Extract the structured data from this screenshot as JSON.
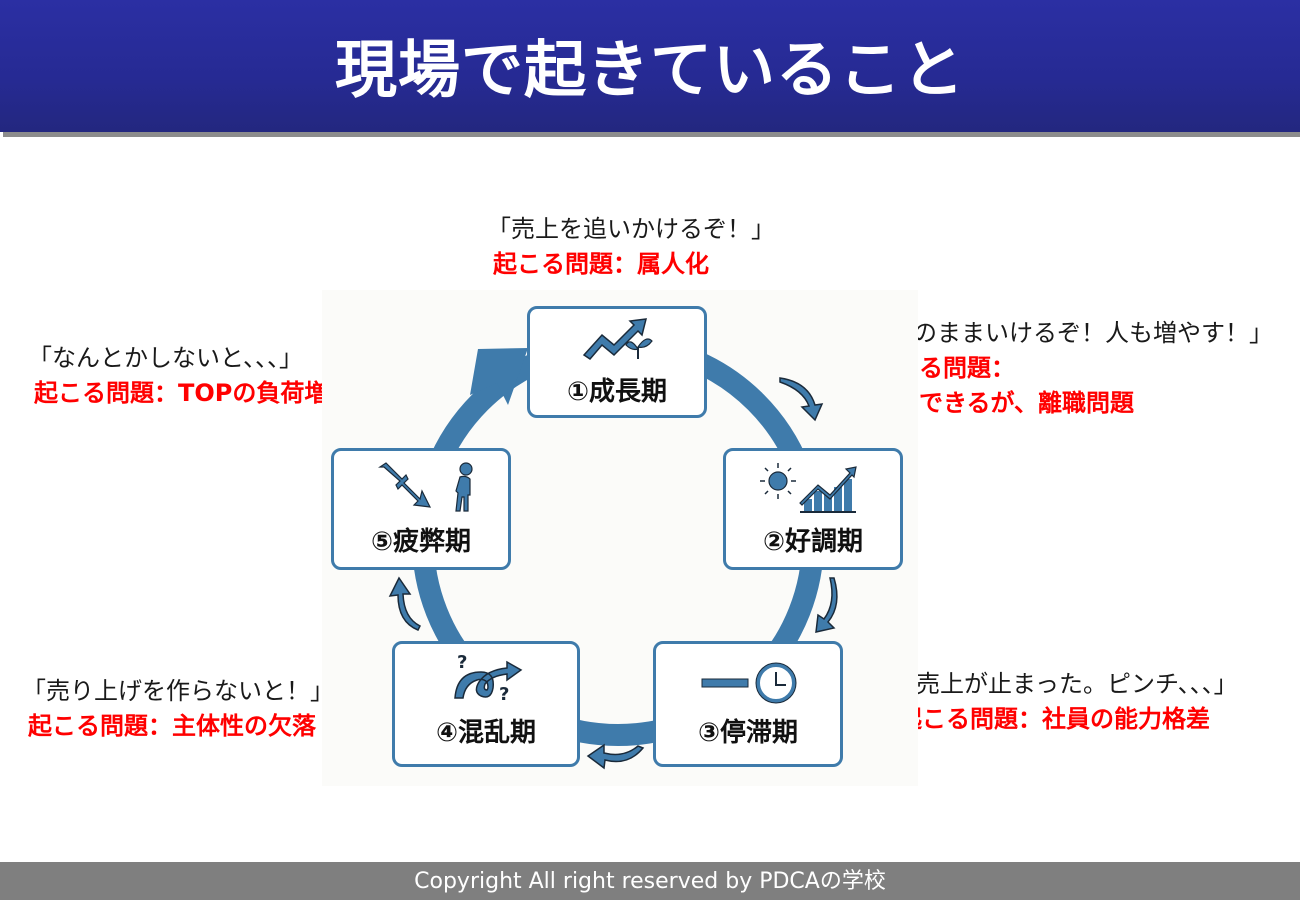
{
  "header": {
    "title": "現場で起きていること"
  },
  "colors": {
    "header_bg": "#2b2fa3",
    "ring": "#3f7bab",
    "problem_text": "#ff0000",
    "footer_bg": "#7f7f7f"
  },
  "stages": [
    {
      "label": "①成長期",
      "icon": "growth-chart-sprout-icon"
    },
    {
      "label": "②好調期",
      "icon": "sun-rising-bar-chart-icon"
    },
    {
      "label": "③停滞期",
      "icon": "flat-line-clock-icon"
    },
    {
      "label": "④混乱期",
      "icon": "looping-arrow-question-icon"
    },
    {
      "label": "⑤疲弊期",
      "icon": "falling-arrow-tired-person-icon"
    }
  ],
  "notes": [
    {
      "quote": "「売上を追いかけるぞ！」",
      "problem": "起こる問題：属人化"
    },
    {
      "quote": "「このままいけるぞ！人も増やす！」",
      "problem": "起こる問題：",
      "problem_line2": "採用できるが、離職問題"
    },
    {
      "quote": "「売上が止まった。ピンチ、、、」",
      "problem": "起こる問題：社員の能力格差"
    },
    {
      "quote": "「売り上げを作らないと！」",
      "problem": "起こる問題：主体性の欠落"
    },
    {
      "quote": "「なんとかしないと、、、」",
      "problem": "起こる問題：TOPの負荷増大"
    }
  ],
  "footer": {
    "copyright": "Copyright All right reserved by PDCAの学校"
  }
}
